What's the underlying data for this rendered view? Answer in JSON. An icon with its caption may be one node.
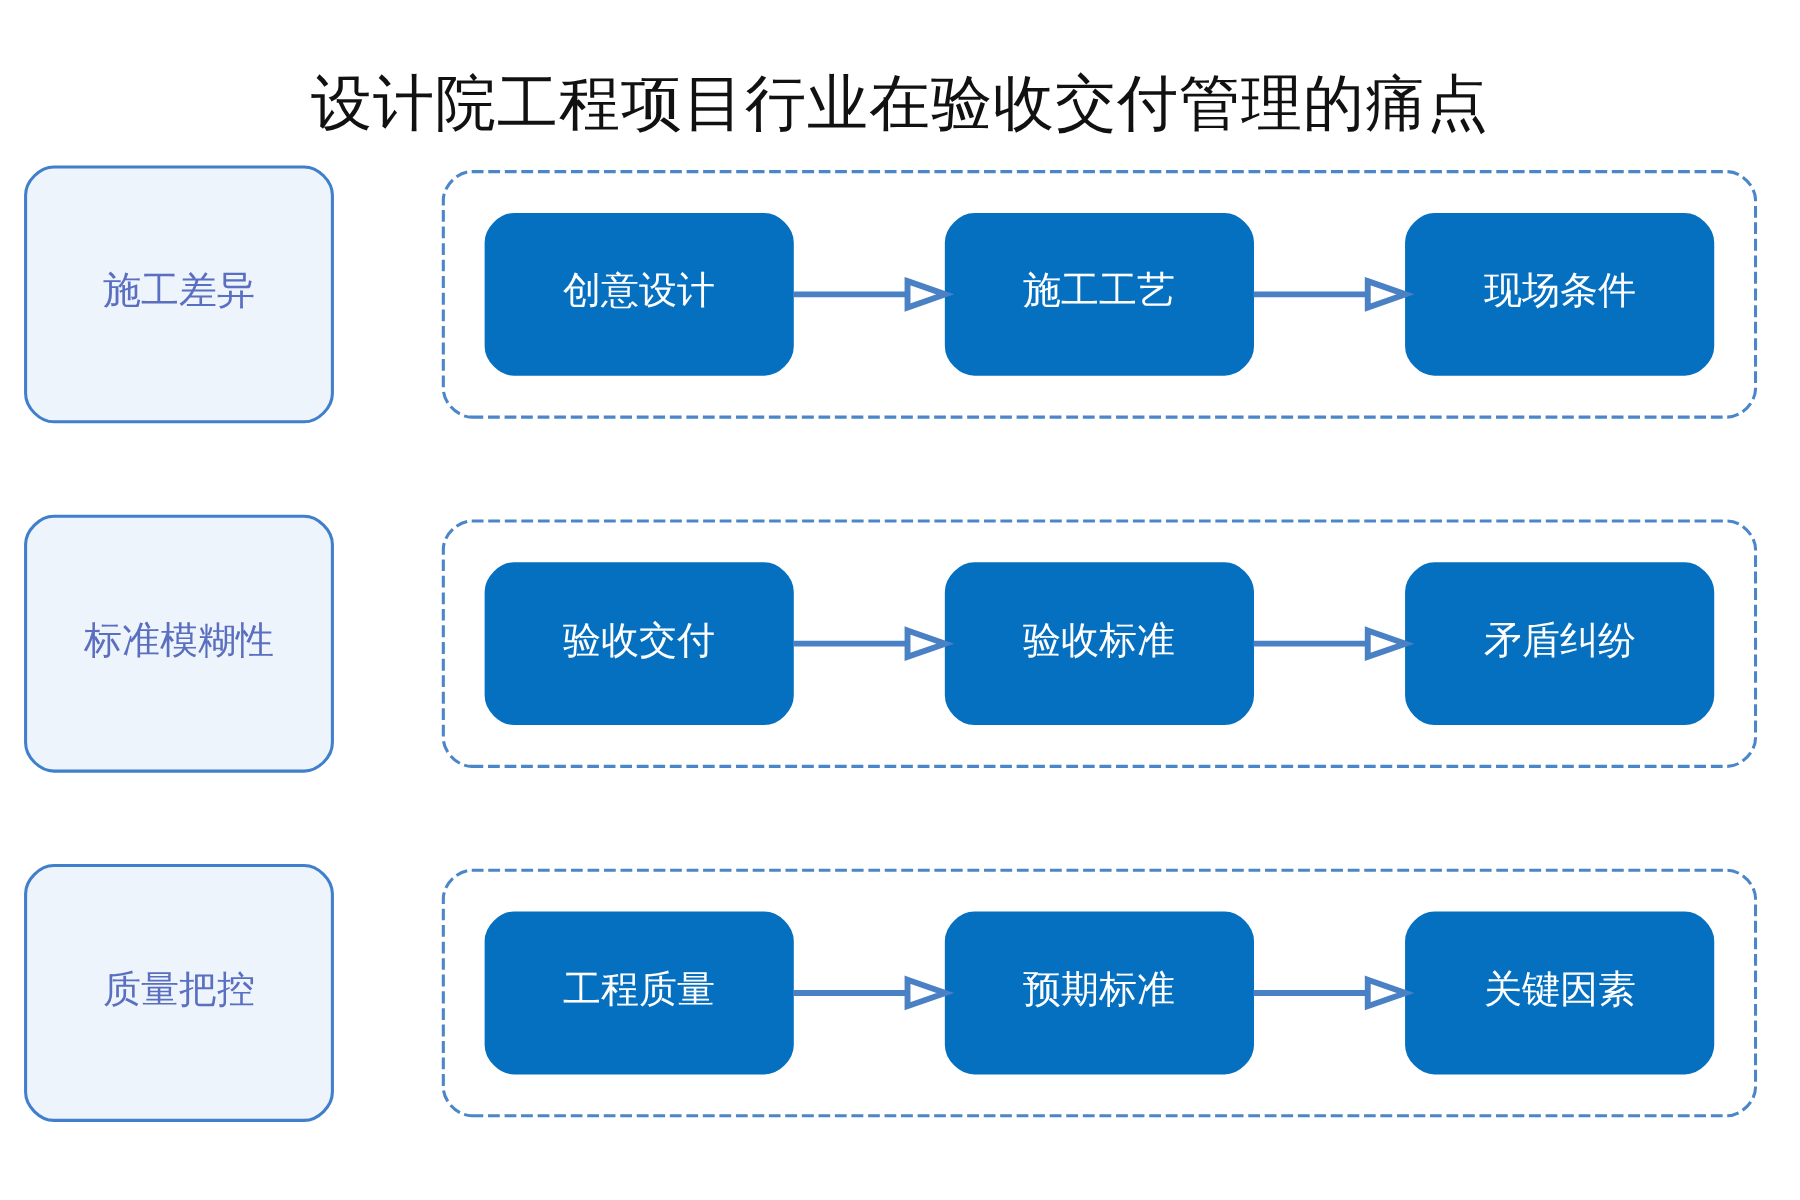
{
  "diagram": {
    "title": "设计院工程项目行业在验收交付管理的痛点",
    "nodes": [
      {
        "text": [
          "施工差异"
        ]
      },
      {
        "text": [],
        "shape": "box"
      },
      {
        "text": [
          "创意设计"
        ],
        "in": 1
      },
      {
        "text": [
          "施工工艺"
        ],
        "in": 1
      },
      {
        "text": [
          "现场条件"
        ],
        "in": 1
      },
      {
        "text": [
          "标准模糊性"
        ]
      },
      {
        "text": [],
        "shape": "box"
      },
      {
        "text": [
          "验收交付"
        ],
        "in": 6
      },
      {
        "text": [
          "验收标准"
        ],
        "in": 6
      },
      {
        "text": [
          "矛盾纠纷"
        ],
        "in": 6
      },
      {
        "text": [
          "质量把控"
        ]
      },
      {
        "text": [],
        "shape": "box"
      },
      {
        "text": [
          "工程质量"
        ],
        "in": 11
      },
      {
        "text": [
          "预期标准"
        ],
        "in": 11
      },
      {
        "text": [
          "关键因素"
        ],
        "in": 11
      }
    ],
    "edges": [
      {
        "from": 2,
        "to": 3,
        "arrow": "to"
      },
      {
        "from": 3,
        "to": 4,
        "arrow": "to"
      },
      {
        "from": 7,
        "to": 8,
        "arrow": "to"
      },
      {
        "from": 8,
        "to": 9,
        "arrow": "to"
      },
      {
        "from": 12,
        "to": 13,
        "arrow": "to"
      },
      {
        "from": 13,
        "to": 14,
        "arrow": "to"
      }
    ]
  }
}
